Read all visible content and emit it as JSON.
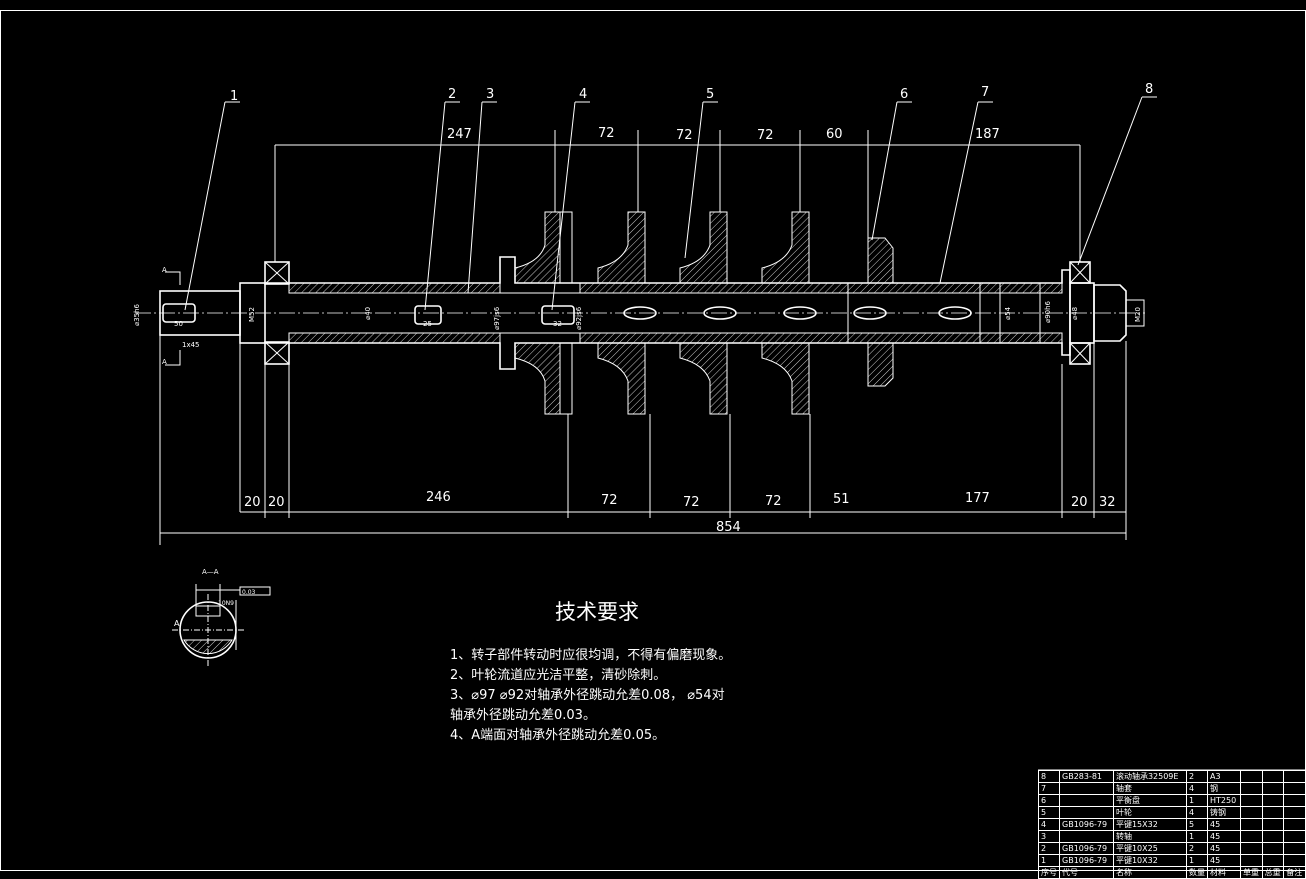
{
  "part_labels": [
    "1",
    "2",
    "3",
    "4",
    "5",
    "6",
    "7",
    "8"
  ],
  "top_dims": [
    "247",
    "72",
    "72",
    "72",
    "60",
    "187"
  ],
  "bottom_dims": [
    "20",
    "20",
    "246",
    "72",
    "72",
    "72",
    "51",
    "177",
    "20",
    "32"
  ],
  "overall_dim": "854",
  "diameter_labels": {
    "left_end": "⌀35h6",
    "m52": "M52",
    "d40": "⌀40",
    "d97": "⌀97js6",
    "d92": "⌀92js6",
    "d54": "⌀54",
    "d90": "⌀90h6",
    "d48": "⌀48",
    "m20": "M20"
  },
  "key_labels": [
    "50",
    "25",
    "32"
  ],
  "chamfer": "1x45",
  "section_marker": "A",
  "section_title": "A—A",
  "section_labels": {
    "tol": "0.03",
    "fit": "10N9",
    "ref": "A"
  },
  "tech": {
    "title": "技术要求",
    "lines": [
      "1、转子部件转动时应很均调，不得有偏磨现象。",
      "2、叶轮流道应光洁平整，清砂除刺。",
      "3、⌀97  ⌀92对轴承外径跳动允差0.08，  ⌀54对",
      "    轴承外径跳动允差0.03。",
      "4、A端面对轴承外径跳动允差0.05。"
    ]
  },
  "bom": {
    "rows": [
      [
        "8",
        "GB283-81",
        "滚动轴承32509E",
        "2",
        "A3"
      ],
      [
        "7",
        "",
        "轴套",
        "4",
        "钢"
      ],
      [
        "6",
        "",
        "平衡盘",
        "1",
        "HT250"
      ],
      [
        "5",
        "",
        "叶轮",
        "4",
        "铸钢"
      ],
      [
        "4",
        "GB1096-79",
        "平键15X32",
        "5",
        "45"
      ],
      [
        "3",
        "",
        "转轴",
        "1",
        "45"
      ],
      [
        "2",
        "GB1096-79",
        "平键10X25",
        "2",
        "45"
      ],
      [
        "1",
        "GB1096-79",
        "平键10X32",
        "1",
        "45"
      ]
    ],
    "footer": [
      "序号",
      "代号",
      "名称",
      "数量",
      "材料",
      "单重",
      "总重",
      "备注"
    ]
  }
}
